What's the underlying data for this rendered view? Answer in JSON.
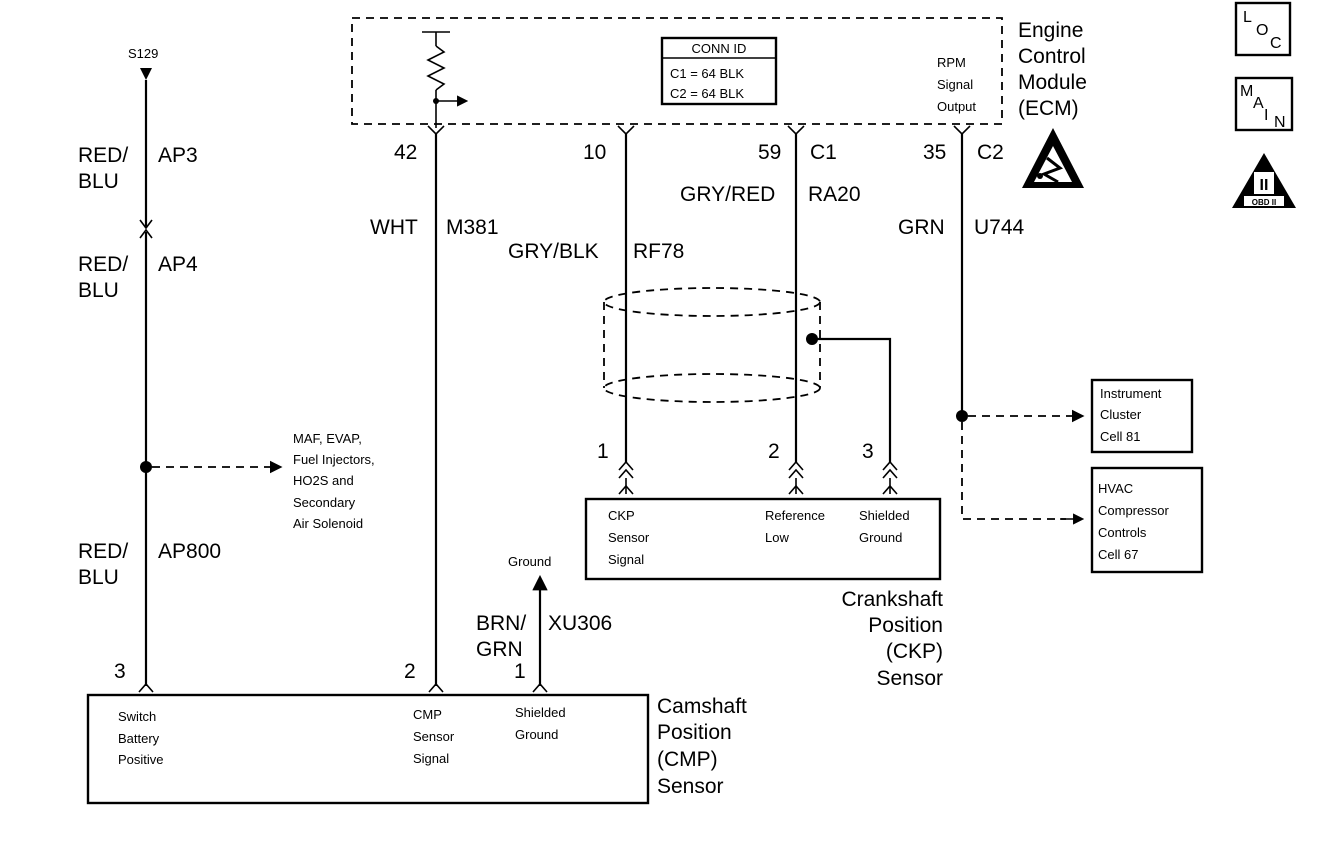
{
  "ecm": {
    "name": [
      "Engine",
      "Control",
      "Module",
      "(ECM)"
    ],
    "conn_id": {
      "title": "CONN ID",
      "rows": [
        "C1 = 64 BLK",
        "C2 = 64 BLK"
      ]
    },
    "rpm_label": [
      "RPM",
      "Signal",
      "Output"
    ]
  },
  "icons": {
    "loc": [
      "L",
      "O",
      "C"
    ],
    "main": [
      "M",
      "A",
      "I",
      "N"
    ],
    "obd": [
      "II",
      "OBD II"
    ]
  },
  "splice": "S129",
  "wires": {
    "w1": {
      "color": [
        "RED/",
        "BLU"
      ],
      "circuit": "AP3"
    },
    "w2": {
      "color": [
        "RED/",
        "BLU"
      ],
      "circuit": "AP4"
    },
    "w3": {
      "color": [
        "RED/",
        "BLU"
      ],
      "circuit": "AP800"
    },
    "cmp_signal": {
      "color": "WHT",
      "circuit": "M381",
      "ecm_pin": "42"
    },
    "ckp_signal": {
      "color": "GRY/BLK",
      "circuit": "RF78",
      "ecm_pin": "10"
    },
    "ref_low": {
      "color": "GRY/RED",
      "circuit": "RA20",
      "ecm_pin": "59",
      "connector": "C1"
    },
    "rpm": {
      "color": "GRN",
      "circuit": "U744",
      "ecm_pin": "35",
      "connector": "C2"
    },
    "ground": {
      "color": [
        "BRN/",
        "GRN"
      ],
      "circuit": "XU306",
      "label": "Ground"
    }
  },
  "maf_note": [
    "MAF, EVAP,",
    "Fuel Injectors,",
    "HO2S and",
    "Secondary",
    "Air Solenoid"
  ],
  "ckp_sensor": {
    "name": [
      "Crankshaft",
      "Position",
      "(CKP)",
      "Sensor"
    ],
    "pins": [
      "1",
      "2",
      "3"
    ],
    "terminals": [
      [
        "CKP",
        "Sensor",
        "Signal"
      ],
      [
        "Reference",
        "Low"
      ],
      [
        "Shielded",
        "Ground"
      ]
    ]
  },
  "cmp_sensor": {
    "name": [
      "Camshaft",
      "Position",
      "(CMP)",
      "Sensor"
    ],
    "pins": [
      "3",
      "2",
      "1"
    ],
    "terminals": [
      [
        "Switch",
        "Battery",
        "Positive"
      ],
      [
        "CMP",
        "Sensor",
        "Signal"
      ],
      [
        "Shielded",
        "Ground"
      ]
    ]
  },
  "destinations": [
    {
      "lines": [
        "Instrument",
        "Cluster",
        "Cell 81"
      ]
    },
    {
      "lines": [
        "HVAC",
        "Compressor",
        "Controls",
        "Cell 67"
      ]
    }
  ]
}
